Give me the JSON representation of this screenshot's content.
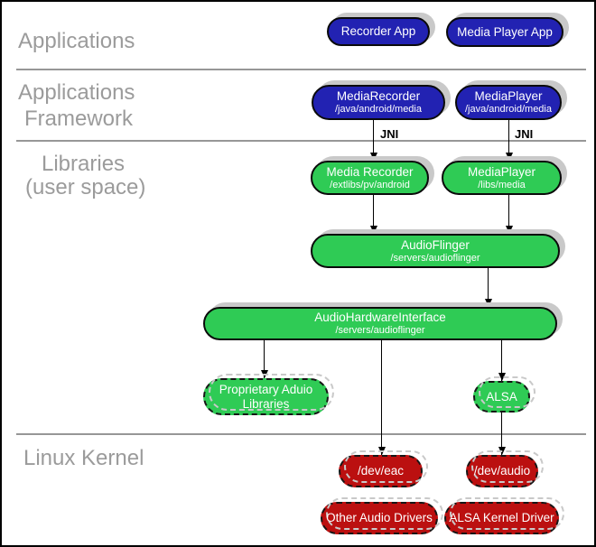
{
  "layers": {
    "applications": {
      "label": "Applications"
    },
    "applications_framework": {
      "line1": "Applications",
      "line2": "Framework"
    },
    "libraries": {
      "line1": "Libraries",
      "line2": "(user space)"
    },
    "linux_kernel": {
      "label": "Linux Kernel"
    }
  },
  "nodes": {
    "recorder_app": {
      "label": "Recorder App"
    },
    "media_player_app": {
      "label": "Media Player App"
    },
    "media_recorder_framework": {
      "label": "MediaRecorder",
      "path": "/java/android/media"
    },
    "media_player_framework": {
      "label": "MediaPlayer",
      "path": "/java/android/media"
    },
    "media_recorder_lib": {
      "label": "Media Recorder",
      "path": "/extlibs/pv/android"
    },
    "media_player_lib": {
      "label": "MediaPlayer",
      "path": "/libs/media"
    },
    "audio_flinger": {
      "label": "AudioFlinger",
      "path": "/servers/audioflinger"
    },
    "audio_hardware_interface": {
      "label": "AudioHardwareInterface",
      "path": "/servers/audioflinger"
    },
    "proprietary_audio_libraries": {
      "label": "Proprietary Aduio Libraries"
    },
    "alsa": {
      "label": "ALSA"
    },
    "dev_eac": {
      "label": "/dev/eac"
    },
    "dev_audio": {
      "label": "/dev/audio"
    },
    "other_audio_drivers": {
      "label": "Other Audio Drivers"
    },
    "alsa_kernel_driver": {
      "label": "ALSA Kernel Driver"
    }
  },
  "edge_labels": {
    "jni_left": "JNI",
    "jni_right": "JNI"
  },
  "colors": {
    "blue": "#2222b2",
    "green": "#2fcb55",
    "red": "#bb1010",
    "label_gray": "#9b9b9b",
    "line_gray": "#979797",
    "shadow_gray": "#c9c9c9"
  }
}
